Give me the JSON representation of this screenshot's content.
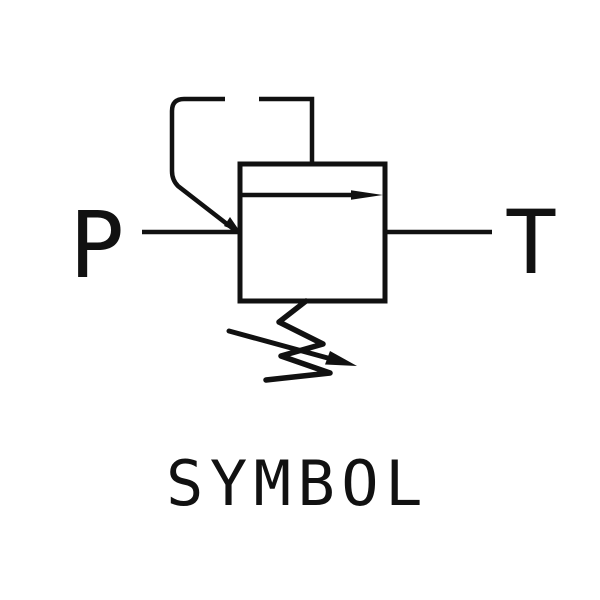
{
  "labels": {
    "p_port": "P",
    "t_port": "T",
    "caption": "SYMBOL"
  },
  "colors": {
    "line": "#111111",
    "background": "#ffffff"
  }
}
